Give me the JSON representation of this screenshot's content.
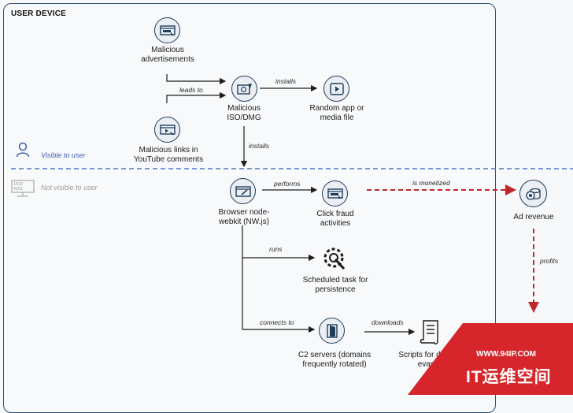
{
  "container": {
    "label": "USER DEVICE"
  },
  "legend": {
    "visible_label": "Visible to user",
    "not_visible_label": "Not visible to user"
  },
  "nodes": {
    "malicious_ads": "Malicious\nadvertisements",
    "malicious_links": "Malicious links in\nYouTube comments",
    "iso_dmg": "Malicious\nISO/DMG",
    "random_app": "Random app or\nmedia file",
    "browser_nodewebkit": "Browser node-\nwebkit (NW.js)",
    "click_fraud": "Click fraud\nactivities",
    "ad_revenue": "Ad revenue",
    "scheduled_task": "Scheduled task for\npersistence",
    "c2_servers": "C2 servers (domains\nfrequently rotated)",
    "scripts": "Scripts for defense\nevasion"
  },
  "edges": {
    "leads_to": "leads to",
    "installs_1": "installs",
    "installs_2": "installs",
    "performs": "performs",
    "is_monetized": "is monetized",
    "profits": "profits",
    "runs": "runs",
    "connects_to": "connects to",
    "downloads": "downloads"
  },
  "watermark": {
    "url": "WWW.94IP.COM",
    "name": "IT运维空间"
  },
  "colors": {
    "border": "#1e3d5c",
    "divider": "#4a74c8",
    "monetize_arrow": "#c0282a",
    "watermark_bg": "#d6262b",
    "visible_text": "#3a5ea8",
    "not_visible_text": "#9a9a9a"
  }
}
